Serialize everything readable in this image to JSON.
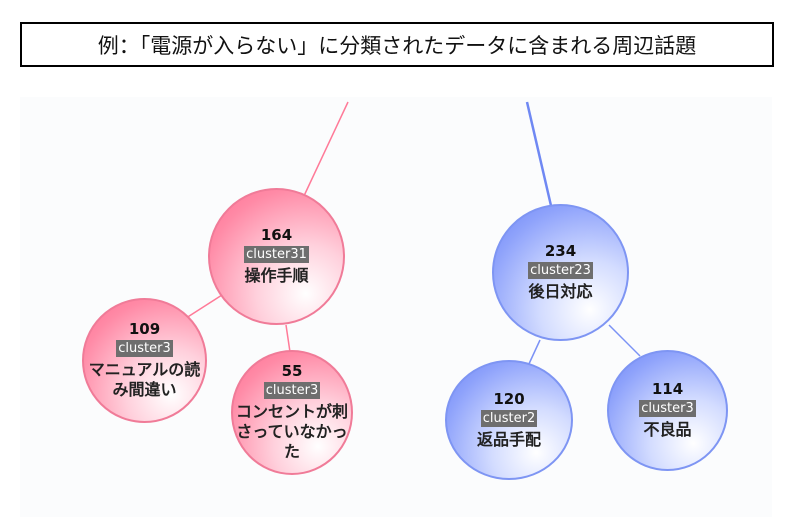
{
  "title": "例：「電源が入らない」に分類されたデータに含まれる周辺話題",
  "nodes": {
    "n164": {
      "count": "164",
      "cluster": "cluster31",
      "label": "操作手順"
    },
    "n109": {
      "count": "109",
      "cluster": "cluster3",
      "label": "マニュアルの読み間違い"
    },
    "n55": {
      "count": "55",
      "cluster": "cluster3",
      "label": "コンセントが刺さっていなかった"
    },
    "n234": {
      "count": "234",
      "cluster": "cluster23",
      "label": "後日対応"
    },
    "n120": {
      "count": "120",
      "cluster": "cluster2",
      "label": "返品手配"
    },
    "n114": {
      "count": "114",
      "cluster": "cluster3",
      "label": "不良品"
    }
  },
  "colors": {
    "pink_group": "#ff7a98",
    "blue_group": "#7b92f5"
  }
}
